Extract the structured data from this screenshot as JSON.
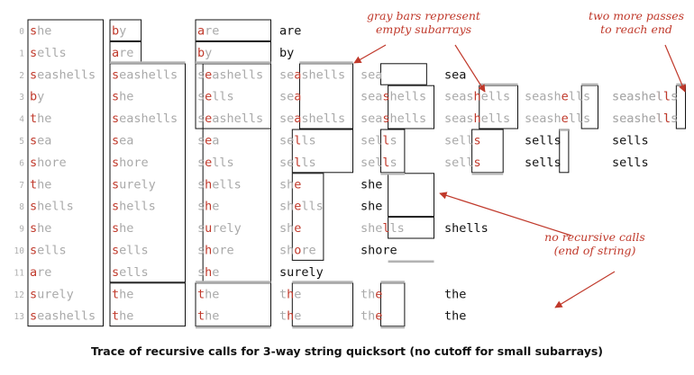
{
  "colors": {
    "key_char": "#c0392b",
    "unsorted_text": "#a9a9a9",
    "sorted_text": "#111111",
    "box_stroke": "#111111",
    "gray_bar": "#b3b3b3",
    "arrow": "#c0392b",
    "annotation_text": "#c0392b",
    "caption_text": "#111111"
  },
  "row_indices": [
    "0",
    "1",
    "2",
    "3",
    "4",
    "5",
    "6",
    "7",
    "8",
    "9",
    "10",
    "11",
    "12",
    "13"
  ],
  "stages": [
    {
      "items": [
        {
          "row": 0,
          "text": "she",
          "hl": 0
        },
        {
          "row": 1,
          "text": "sells",
          "hl": 0
        },
        {
          "row": 2,
          "text": "seashells",
          "hl": 0
        },
        {
          "row": 3,
          "text": "by",
          "hl": 0
        },
        {
          "row": 4,
          "text": "the",
          "hl": 0
        },
        {
          "row": 5,
          "text": "sea",
          "hl": 0
        },
        {
          "row": 6,
          "text": "shore",
          "hl": 0
        },
        {
          "row": 7,
          "text": "the",
          "hl": 0
        },
        {
          "row": 8,
          "text": "shells",
          "hl": 0
        },
        {
          "row": 9,
          "text": "she",
          "hl": 0
        },
        {
          "row": 10,
          "text": "sells",
          "hl": 0
        },
        {
          "row": 11,
          "text": "are",
          "hl": 0
        },
        {
          "row": 12,
          "text": "surely",
          "hl": 0
        },
        {
          "row": 13,
          "text": "seashells",
          "hl": 0
        }
      ]
    },
    {
      "items": [
        {
          "row": 0,
          "text": "by",
          "hl": 0
        },
        {
          "row": 1,
          "text": "are",
          "hl": 0
        },
        {
          "row": 2,
          "text": "seashells",
          "hl": 0
        },
        {
          "row": 3,
          "text": "she",
          "hl": 0
        },
        {
          "row": 4,
          "text": "seashells",
          "hl": 0
        },
        {
          "row": 5,
          "text": "sea",
          "hl": 0
        },
        {
          "row": 6,
          "text": "shore",
          "hl": 0
        },
        {
          "row": 7,
          "text": "surely",
          "hl": 0
        },
        {
          "row": 8,
          "text": "shells",
          "hl": 0
        },
        {
          "row": 9,
          "text": "she",
          "hl": 0
        },
        {
          "row": 10,
          "text": "sells",
          "hl": 0
        },
        {
          "row": 11,
          "text": "sells",
          "hl": 0
        },
        {
          "row": 12,
          "text": "the",
          "hl": 0
        },
        {
          "row": 13,
          "text": "the",
          "hl": 0
        }
      ]
    },
    {
      "items": [
        {
          "row": 0,
          "text": "are",
          "hl": 0
        },
        {
          "row": 1,
          "text": "by",
          "hl": 0
        },
        {
          "row": 2,
          "text": "seashells",
          "hl": 1
        },
        {
          "row": 3,
          "text": "sells",
          "hl": 1
        },
        {
          "row": 4,
          "text": "seashells",
          "hl": 1
        },
        {
          "row": 5,
          "text": "sea",
          "hl": 1
        },
        {
          "row": 6,
          "text": "sells",
          "hl": 1
        },
        {
          "row": 7,
          "text": "shells",
          "hl": 1
        },
        {
          "row": 8,
          "text": "she",
          "hl": 1
        },
        {
          "row": 9,
          "text": "surely",
          "hl": 1
        },
        {
          "row": 10,
          "text": "shore",
          "hl": 1
        },
        {
          "row": 11,
          "text": "she",
          "hl": 1
        },
        {
          "row": 12,
          "text": "the",
          "hl": 0
        },
        {
          "row": 13,
          "text": "the",
          "hl": 0
        }
      ]
    },
    {
      "items": [
        {
          "row": 0,
          "text": "are",
          "sorted": true
        },
        {
          "row": 1,
          "text": "by",
          "sorted": true
        },
        {
          "row": 2,
          "text": "seashells",
          "hl": 2
        },
        {
          "row": 3,
          "text": "sea",
          "hl": 2
        },
        {
          "row": 4,
          "text": "seashells",
          "hl": 2
        },
        {
          "row": 5,
          "text": "sells",
          "hl": 2
        },
        {
          "row": 6,
          "text": "sells",
          "hl": 2
        },
        {
          "row": 7,
          "text": "she",
          "hl": 2
        },
        {
          "row": 8,
          "text": "shells",
          "hl": 2
        },
        {
          "row": 9,
          "text": "she",
          "hl": 2
        },
        {
          "row": 10,
          "text": "shore",
          "hl": 2
        },
        {
          "row": 11,
          "text": "surely",
          "sorted": true
        },
        {
          "row": 12,
          "text": "the",
          "hl": 1
        },
        {
          "row": 13,
          "text": "the",
          "hl": 1
        }
      ]
    },
    {
      "items": [
        {
          "row": 2,
          "text": "sea",
          "hl": 3
        },
        {
          "row": 3,
          "text": "seashells",
          "hl": 3
        },
        {
          "row": 4,
          "text": "seashells",
          "hl": 3
        },
        {
          "row": 5,
          "text": "sells",
          "hl": 3
        },
        {
          "row": 6,
          "text": "sells",
          "hl": 3
        },
        {
          "row": 7,
          "text": "she",
          "sorted": true
        },
        {
          "row": 8,
          "text": "she",
          "sorted": true
        },
        {
          "row": 9,
          "text": "shells",
          "hl": 3
        },
        {
          "row": 10,
          "text": "shore",
          "sorted": true
        },
        {
          "row": 12,
          "text": "the",
          "hl": 2
        },
        {
          "row": 13,
          "text": "the",
          "hl": 2
        }
      ]
    },
    {
      "items": [
        {
          "row": 2,
          "text": "sea",
          "sorted": true
        },
        {
          "row": 3,
          "text": "seashells",
          "hl": 4
        },
        {
          "row": 4,
          "text": "seashells",
          "hl": 4
        },
        {
          "row": 5,
          "text": "sells",
          "hl": 4
        },
        {
          "row": 6,
          "text": "sells",
          "hl": 4
        },
        {
          "row": 9,
          "text": "shells",
          "sorted": true
        },
        {
          "row": 12,
          "text": "the",
          "sorted": true
        },
        {
          "row": 13,
          "text": "the",
          "sorted": true
        }
      ]
    },
    {
      "items": [
        {
          "row": 3,
          "text": "seashells",
          "hl": 5
        },
        {
          "row": 4,
          "text": "seashells",
          "hl": 5
        },
        {
          "row": 5,
          "text": "sells",
          "sorted": true
        },
        {
          "row": 6,
          "text": "sells",
          "sorted": true
        }
      ]
    },
    {
      "items": [
        {
          "row": 3,
          "text": "seashells",
          "hl": 6
        },
        {
          "row": 4,
          "text": "seashells",
          "hl": 6
        }
      ]
    },
    {
      "items": [
        {
          "row": 3,
          "text": "seashells",
          "hl": 7
        },
        {
          "row": 4,
          "text": "seashells",
          "hl": 7
        },
        {
          "row": 5,
          "text": "sells",
          "sorted": true
        },
        {
          "row": 6,
          "text": "sells",
          "sorted": true
        }
      ]
    }
  ],
  "annotations": {
    "gray_bars": "gray bars represent\nempty subarrays",
    "two_more_passes": "two more passes\nto reach end",
    "no_recursive_calls": "no recursive calls\n(end of string)"
  },
  "caption": "Trace of recursive calls for 3-way string quicksort (no cutoff for small subarrays)"
}
